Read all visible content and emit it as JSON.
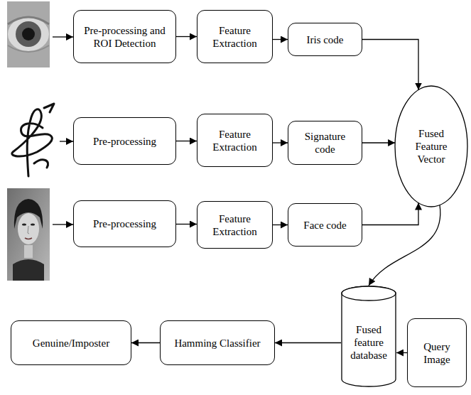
{
  "diagram": {
    "nodes": [
      {
        "text": [
          "Pre-processing and ROI Detection"
        ]
      },
      {
        "text": [
          "Feature Extraction"
        ]
      },
      {
        "text": [
          "Iris code"
        ]
      },
      {
        "text": [
          "Fused Feature Vector"
        ]
      },
      {
        "text": [
          "Pre-processing"
        ]
      },
      {
        "text": [
          "Feature Extraction"
        ]
      },
      {
        "text": [
          "Signature code"
        ]
      },
      {
        "text": [
          "Pre-processing"
        ]
      },
      {
        "text": [
          "Feature Extraction"
        ]
      },
      {
        "text": [
          "Face code"
        ]
      },
      {
        "text": [
          "Fused feature database"
        ]
      },
      {
        "text": [
          "Query Image"
        ]
      },
      {
        "text": [
          "Hamming Classifier"
        ]
      },
      {
        "text": [
          "Genuine/Imposter"
        ]
      }
    ],
    "edges": [
      {
        "from": 0,
        "to": 1,
        "arrow": "to"
      },
      {
        "from": 1,
        "to": 2,
        "arrow": "to"
      },
      {
        "from": 2,
        "to": 3,
        "arrow": "to"
      },
      {
        "from": 4,
        "to": 5,
        "arrow": "to"
      },
      {
        "from": 5,
        "to": 6,
        "arrow": "to"
      },
      {
        "from": 6,
        "to": 3,
        "arrow": "to"
      },
      {
        "from": 7,
        "to": 8,
        "arrow": "to"
      },
      {
        "from": 8,
        "to": 9,
        "arrow": "to"
      },
      {
        "from": 9,
        "to": 3,
        "arrow": "to"
      },
      {
        "from": 3,
        "to": 10,
        "arrow": "to"
      },
      {
        "from": 11,
        "to": 10,
        "arrow": "to"
      },
      {
        "from": 10,
        "to": 12,
        "arrow": "to"
      },
      {
        "from": 12,
        "to": 13,
        "arrow": "to"
      }
    ]
  }
}
